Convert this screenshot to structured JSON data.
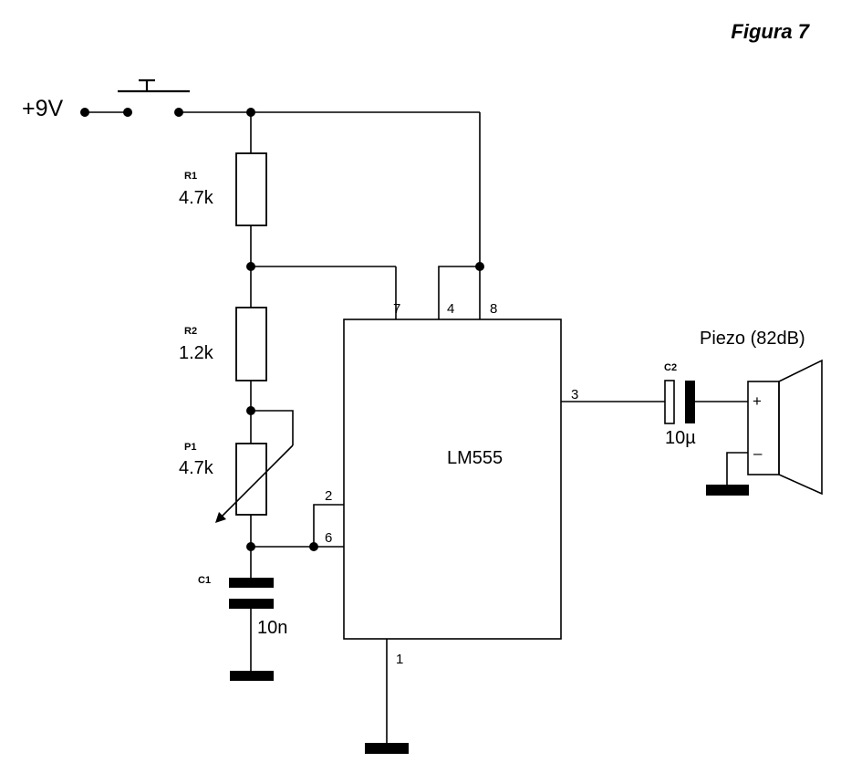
{
  "figure": {
    "title": "Figura 7"
  },
  "supply": {
    "label": "+9V"
  },
  "components": {
    "r1": {
      "ref": "R1",
      "value": "4.7k"
    },
    "r2": {
      "ref": "R2",
      "value": "1.2k"
    },
    "p1": {
      "ref": "P1",
      "value": "4.7k"
    },
    "c1": {
      "ref": "C1",
      "value": "10n"
    },
    "c2": {
      "ref": "C2",
      "value": "10µ"
    },
    "ic": {
      "name": "LM555"
    },
    "piezo": {
      "label": "Piezo (82dB)",
      "plus": "+",
      "minus": "–"
    }
  },
  "pins": {
    "p1": "1",
    "p2": "2",
    "p3": "3",
    "p4": "4",
    "p6": "6",
    "p7": "7",
    "p8": "8"
  }
}
